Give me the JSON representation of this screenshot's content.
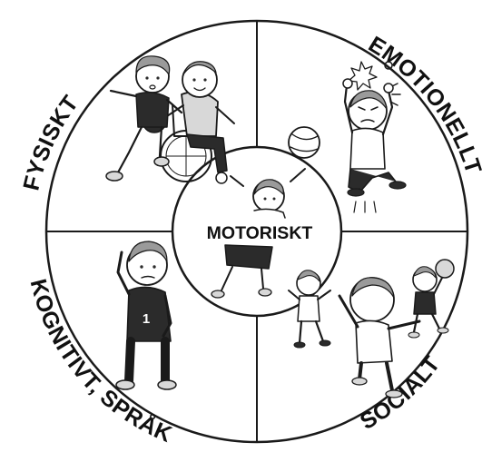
{
  "labels": {
    "top_left": "FYSISKT",
    "top_right": "EMOTIONELLT",
    "bottom_left": "KOGNITIVT, SPRÅK",
    "bottom_right": "SOCIALT",
    "center": "MOTORISKT"
  },
  "shirt_number": "1",
  "illustrations": {
    "top_left": "two-children-playing-ball-wheelchair",
    "top_right": "angry-child-stomping",
    "bottom_left": "child-thinking",
    "bottom_right": "children-playing-ball-together",
    "center": "child-jumping-with-ball"
  },
  "colors": {
    "outline": "#1a1a1a",
    "background": "#ffffff"
  }
}
